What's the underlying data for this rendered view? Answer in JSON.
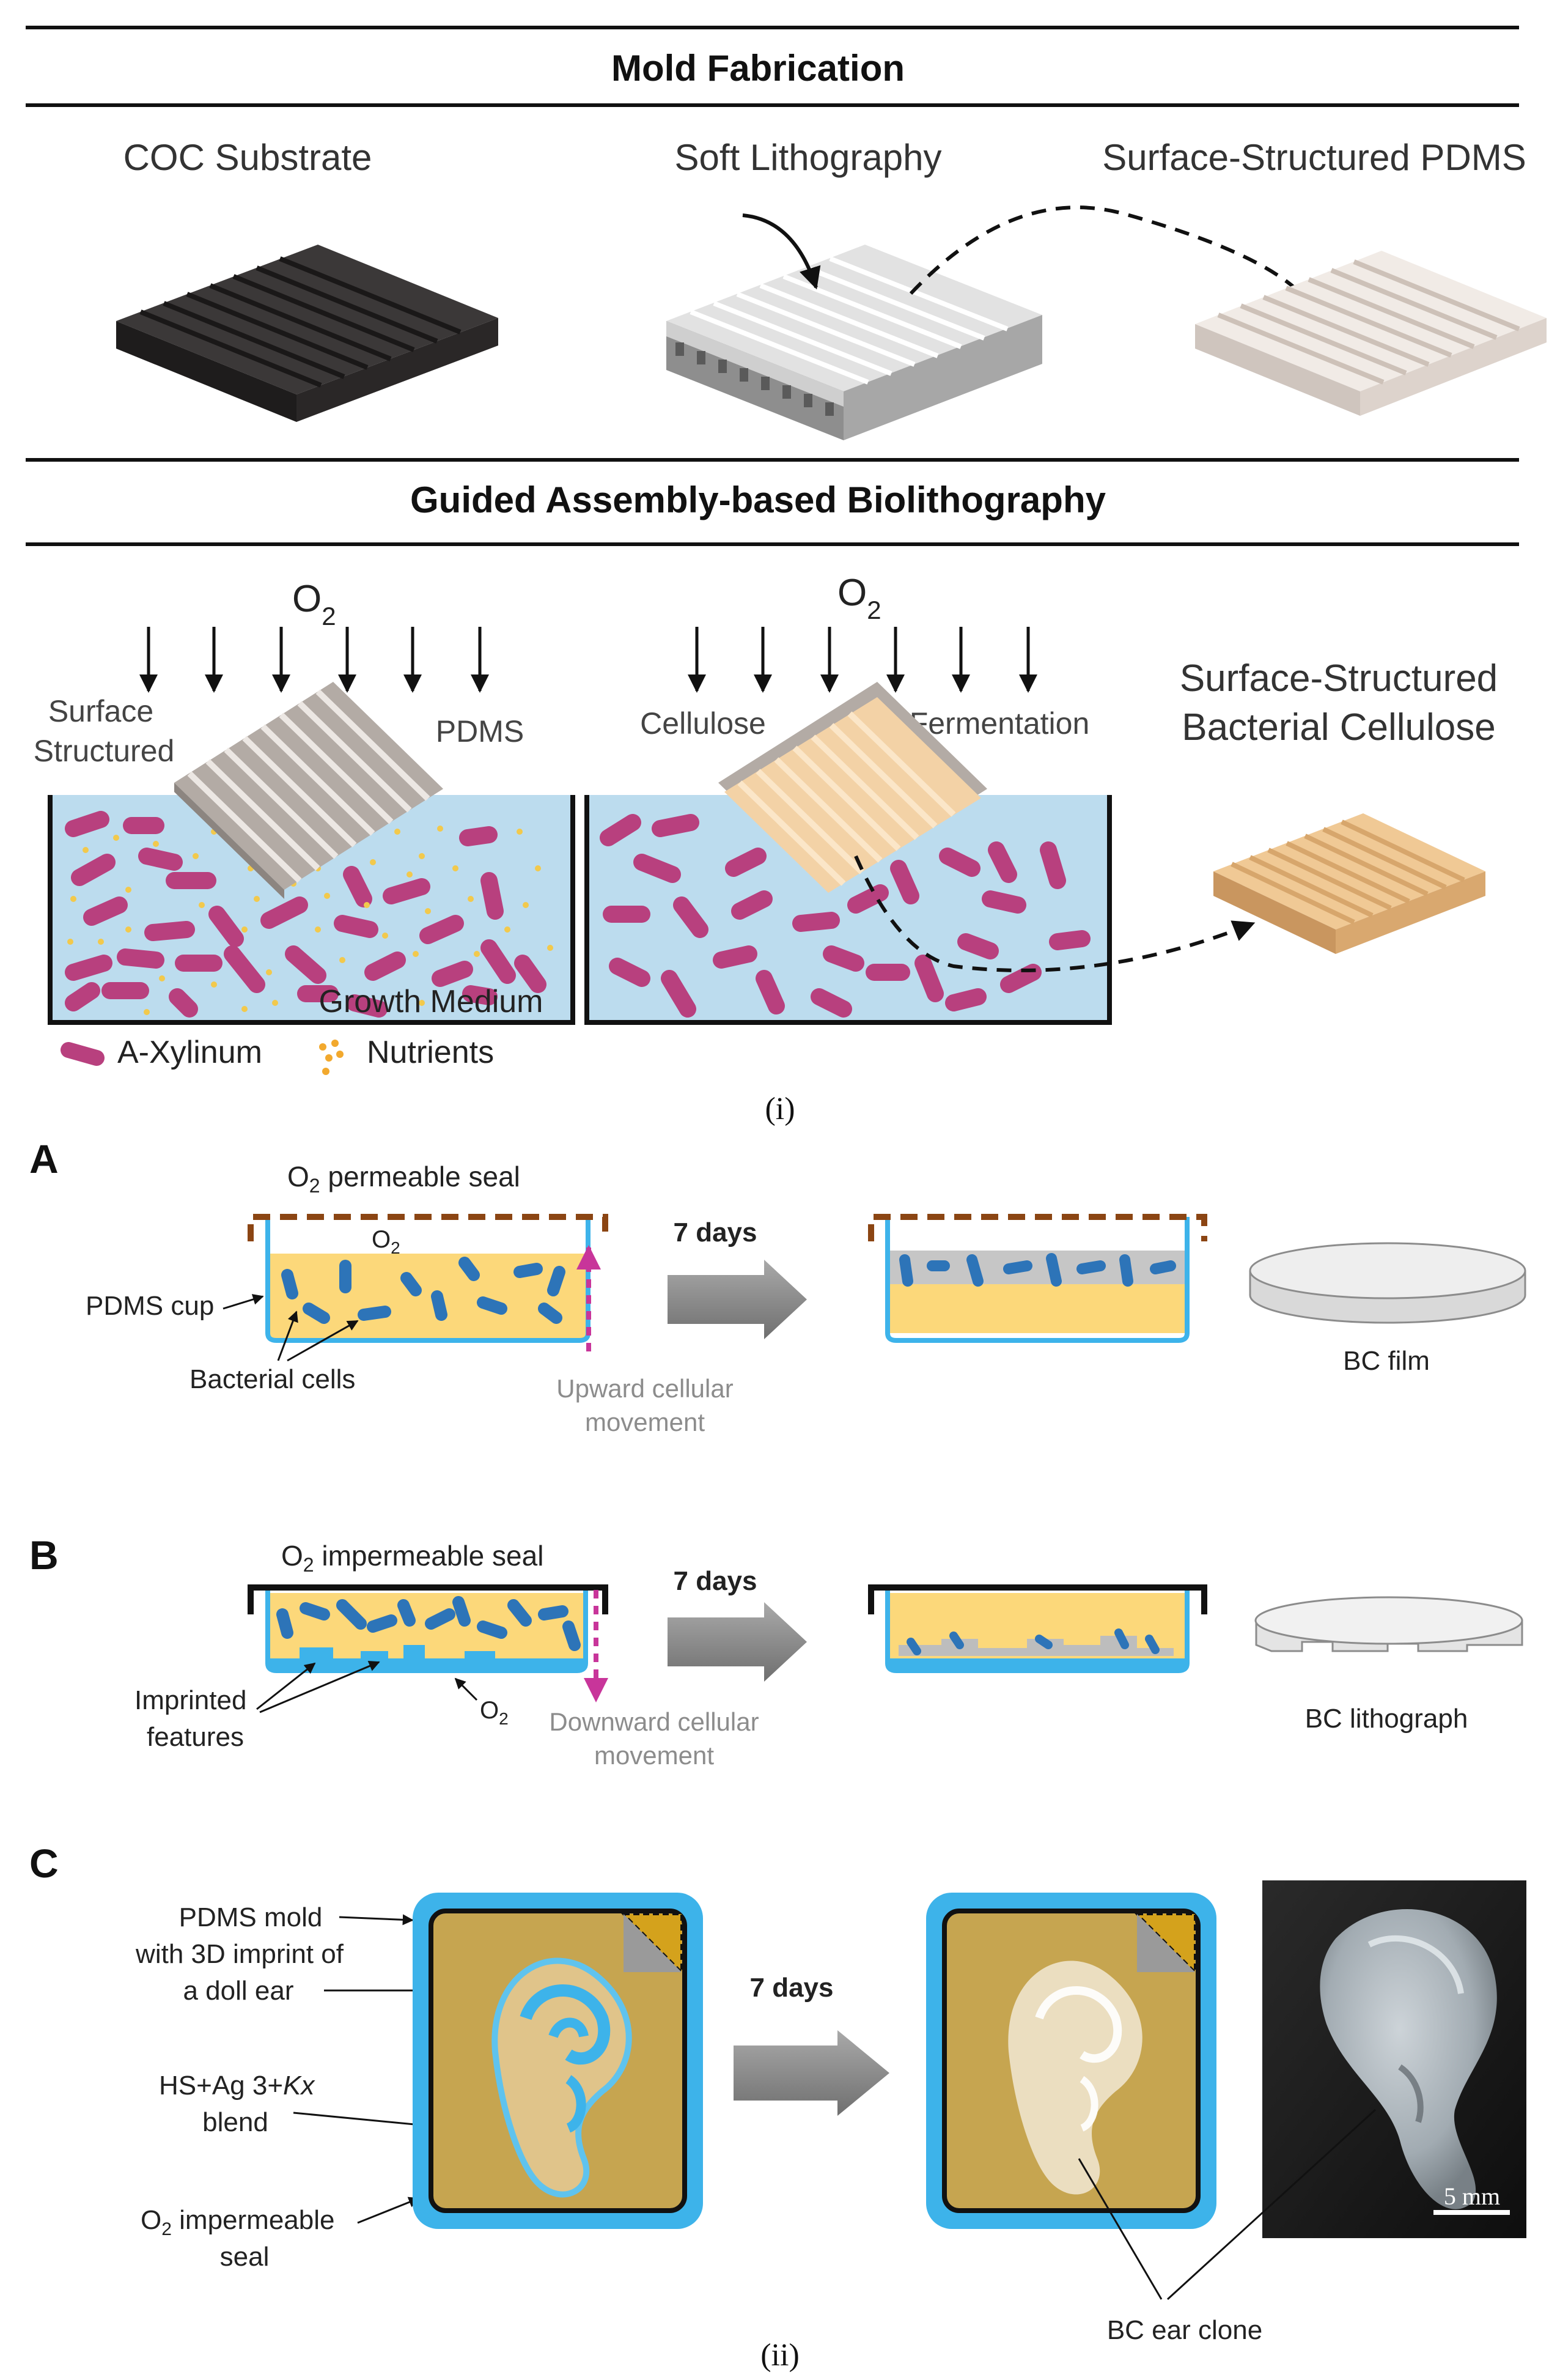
{
  "panel_i": {
    "section1_title": "Mold Fabrication",
    "coc_label": "COC Substrate",
    "soft_litho_label": "Soft Lithography",
    "ss_pdms_label": "Surface-Structured PDMS",
    "section2_title": "Guided Assembly-based Biolithography",
    "o2_left": "O",
    "o2_left_sub": "2",
    "o2_mid": "O",
    "o2_mid_sub": "2",
    "surface_word": "Surface",
    "structured_word": "Structured",
    "pdms_word": "PDMS",
    "cellulose_word": "Cellulose",
    "fermentation_word": "Fermentation",
    "ssbc_line1": "Surface-Structured",
    "ssbc_line2": "Bacterial Cellulose",
    "growth_medium": "Growth Medium",
    "legend_xylinum": "A-Xylinum",
    "legend_nutrients": "Nutrients",
    "caption": "(i)"
  },
  "panel_A": {
    "letter": "A",
    "seal_pre": "O",
    "seal_sub": "2",
    "seal_post": " permeable seal",
    "o2_pre": "O",
    "o2_sub": "2",
    "pdms_cup": "PDMS cup",
    "bacterial_cells": "Bacterial cells",
    "days": "7 days",
    "movement_l1": "Upward cellular",
    "movement_l2": "movement",
    "product": "BC film"
  },
  "panel_B": {
    "letter": "B",
    "seal_pre": "O",
    "seal_sub": "2",
    "seal_post": " impermeable seal",
    "imprinted_l1": "Imprinted",
    "imprinted_l2": "features",
    "o2_pre": "O",
    "o2_sub": "2",
    "days": "7 days",
    "movement_l1": "Downward cellular",
    "movement_l2": "movement",
    "product": "BC lithograph"
  },
  "panel_C": {
    "letter": "C",
    "mold_l1": "PDMS mold",
    "mold_l2": "with 3D imprint of",
    "mold_l3": "a doll ear",
    "blend_l1_a": "HS+Ag 3+",
    "blend_l1_b": "Kx",
    "blend_l2": "blend",
    "seal_pre": "O",
    "seal_sub": "2",
    "seal_post": " impermeable",
    "seal_l2": "seal",
    "days": "7 days",
    "ear_clone": "BC ear clone",
    "scale": "5 mm"
  },
  "caption_ii": "(ii)",
  "colors": {
    "bacteria": "#b8407e",
    "nutrient": "#f2c94c",
    "medium_blue": "#bcdcee",
    "pdms_blue": "#3db3ea",
    "cell_blue": "#2d74b8",
    "yellow_medium": "#fcd87a",
    "seal_brown": "#8b4513",
    "bc_tan": "#e9bd86",
    "mold_tan": "#c6a550",
    "magenta_arrow": "#c8359a"
  }
}
